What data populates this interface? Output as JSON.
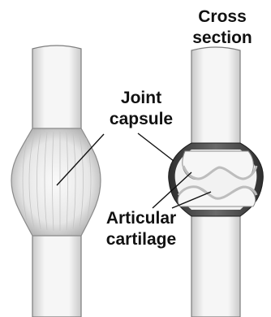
{
  "labels": {
    "cross_section": [
      "Cross",
      "section"
    ],
    "joint_capsule": [
      "Joint",
      "capsule"
    ],
    "articular_cartilage": [
      "Articular",
      "cartilage"
    ]
  },
  "colors": {
    "bone_light": "#f4f4f4",
    "bone_edge": "#7d7d7d",
    "capsule_fill": "#ececec",
    "capsule_shadow": "#b9b9b9",
    "cartilage": "#e4e4e4",
    "capsule_dark": "#3a3a3a",
    "leader_line": "#111111",
    "label_text": "#111111"
  }
}
